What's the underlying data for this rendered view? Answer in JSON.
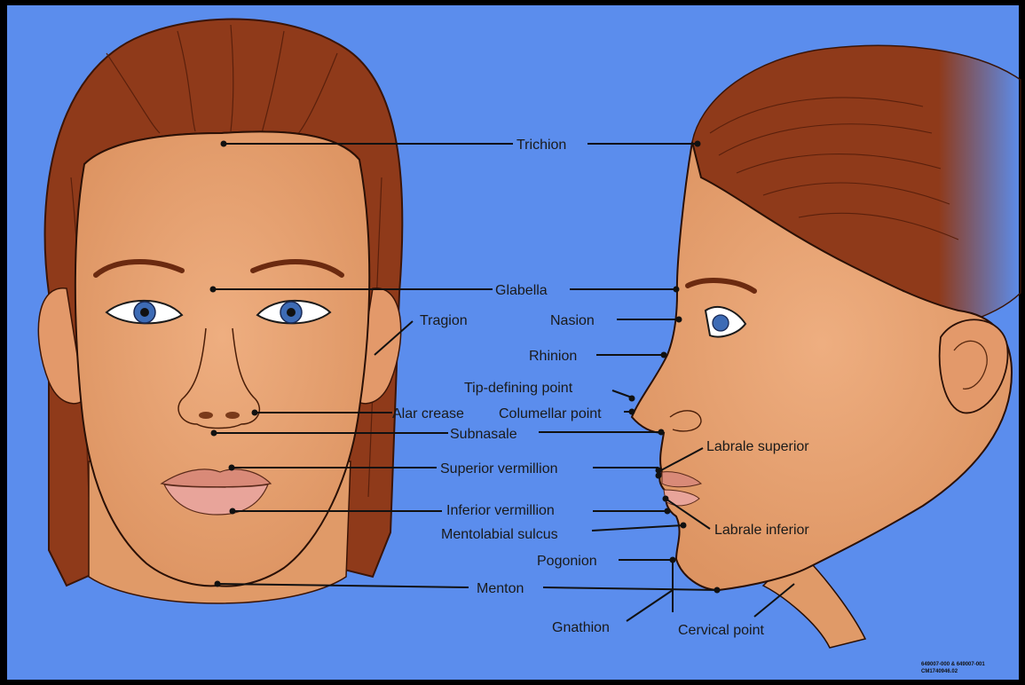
{
  "landmarks": {
    "trichion": "Trichion",
    "glabella": "Glabella",
    "nasion": "Nasion",
    "tragion": "Tragion",
    "rhinion": "Rhinion",
    "tip_defining_point": "Tip-defining point",
    "alar_crease": "Alar crease",
    "columellar_point": "Columellar point",
    "subnasale": "Subnasale",
    "labrale_superior": "Labrale superior",
    "superior_vermillion": "Superior vermillion",
    "inferior_vermillion": "Inferior vermillion",
    "labrale_inferior": "Labrale inferior",
    "mentolabial_sulcus": "Mentolabial sulcus",
    "pogonion": "Pogonion",
    "menton": "Menton",
    "gnathion": "Gnathion",
    "cervical_point": "Cervical point"
  },
  "credit": {
    "line1": "649007-000 & 649007-001",
    "line2": "CM1740946.02"
  },
  "colors": {
    "background": "#5b8ded",
    "skin": "#e8a271",
    "hair": "#8f3a1a",
    "lips": "#d98a78",
    "iris": "#3d6bb5"
  }
}
